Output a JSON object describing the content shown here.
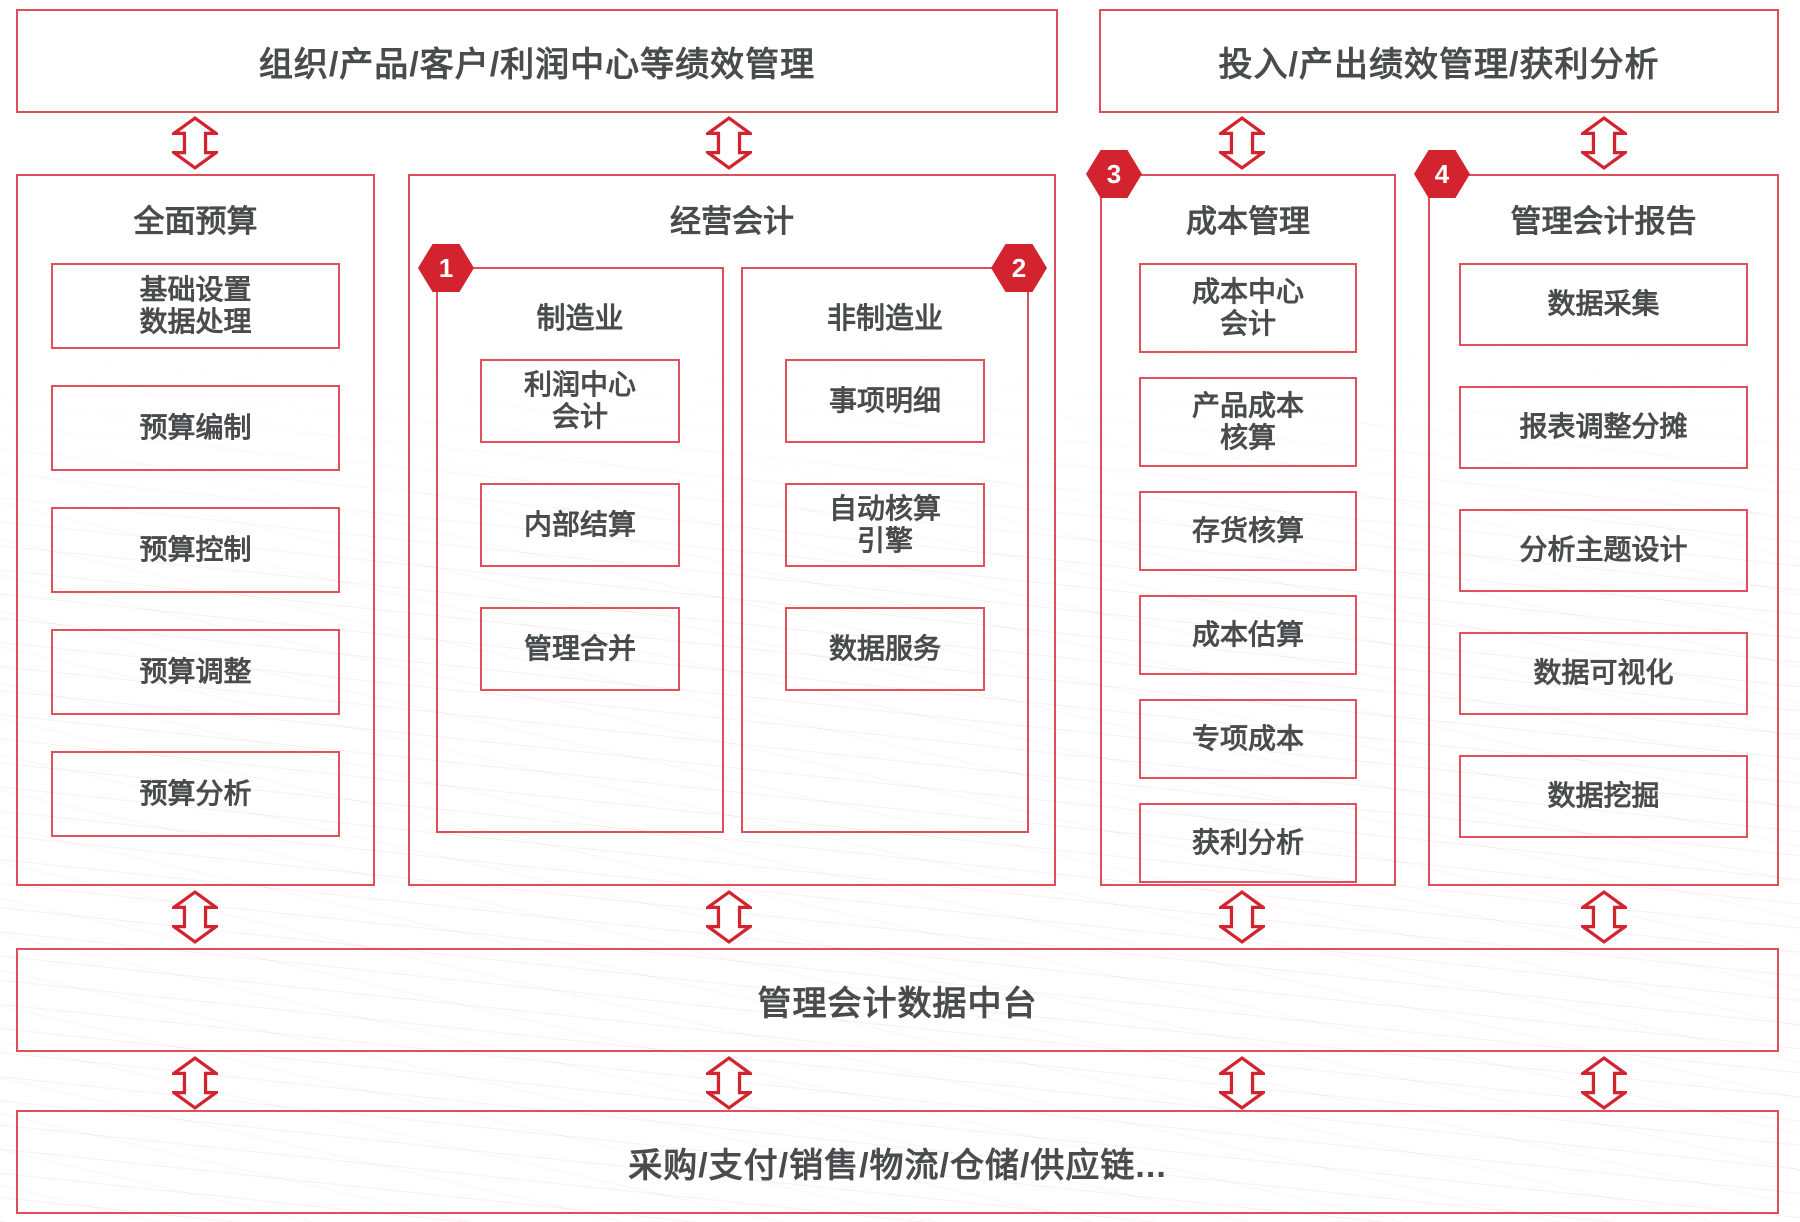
{
  "top_headers": [
    {
      "label": "组织/产品/客户/利润中心等绩效管理"
    },
    {
      "label": "投入/产出绩效管理/获利分析"
    }
  ],
  "columns": [
    {
      "title": "全面预算",
      "items": [
        "基础设置\n数据处理",
        "预算编制",
        "预算控制",
        "预算调整",
        "预算分析"
      ]
    },
    {
      "title": "经营会计",
      "subcolumns": [
        {
          "badge": "1",
          "title": "制造业",
          "items": [
            "利润中心\n会计",
            "内部结算",
            "管理合并"
          ]
        },
        {
          "badge": "2",
          "title": "非制造业",
          "items": [
            "事项明细",
            "自动核算\n引擎",
            "数据服务"
          ]
        }
      ]
    },
    {
      "badge": "3",
      "title": "成本管理",
      "items": [
        "成本中心\n会计",
        "产品成本\n核算",
        "存货核算",
        "成本估算",
        "专项成本",
        "获利分析"
      ]
    },
    {
      "badge": "4",
      "title": "管理会计报告",
      "items": [
        "数据采集",
        "报表调整分摊",
        "分析主题设计",
        "数据可视化",
        "数据挖掘"
      ]
    }
  ],
  "middle_platform": {
    "label": "管理会计数据中台"
  },
  "bottom_platform": {
    "label": "采购/支付/销售/物流/仓储/供应链..."
  },
  "colors": {
    "accent_red": "#d2232e",
    "border_red": "#df4f5a",
    "text_dark": "#4a4b4d"
  }
}
